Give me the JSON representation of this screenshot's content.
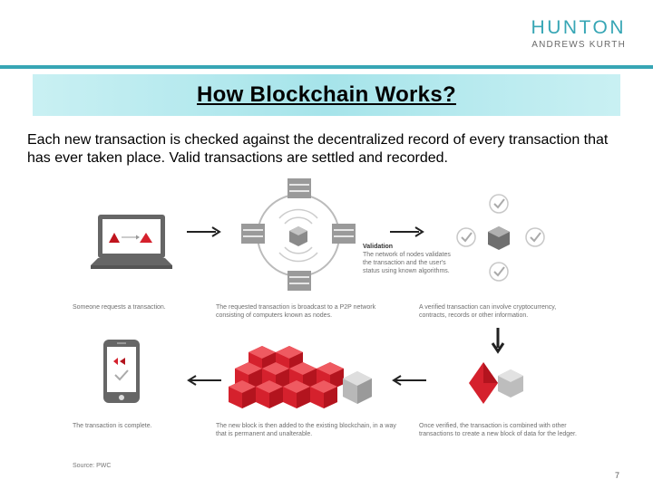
{
  "logo": {
    "name": "HUNTON",
    "sub": "ANDREWS KURTH"
  },
  "title": "How Blockchain Works?",
  "intro": "Each new transaction is checked against the decentralized record of every transaction that has ever taken place.  Valid transactions are settled and recorded.",
  "steps": {
    "request": "Someone requests a transaction.",
    "broadcast": "The requested transaction is broadcast to a P2P network consisting of computers known as nodes.",
    "validation_head": "Validation",
    "validation_body": "The network of nodes validates the transaction and the user's status using known algorithms.",
    "verified": "A verified transaction can involve cryptocurrency, contracts, records or other information.",
    "combined": "Once verified, the transaction is combined with other transactions to create a new block of data for the ledger.",
    "added": "The new block is then added to the existing blockchain, in a way that is permanent and unalterable.",
    "complete": "The transaction is complete."
  },
  "source": "Source: PWC",
  "page_number": "7",
  "colors": {
    "accent": "#37a6b5",
    "red": "#d5212d",
    "gray": "#9a9a9a"
  }
}
